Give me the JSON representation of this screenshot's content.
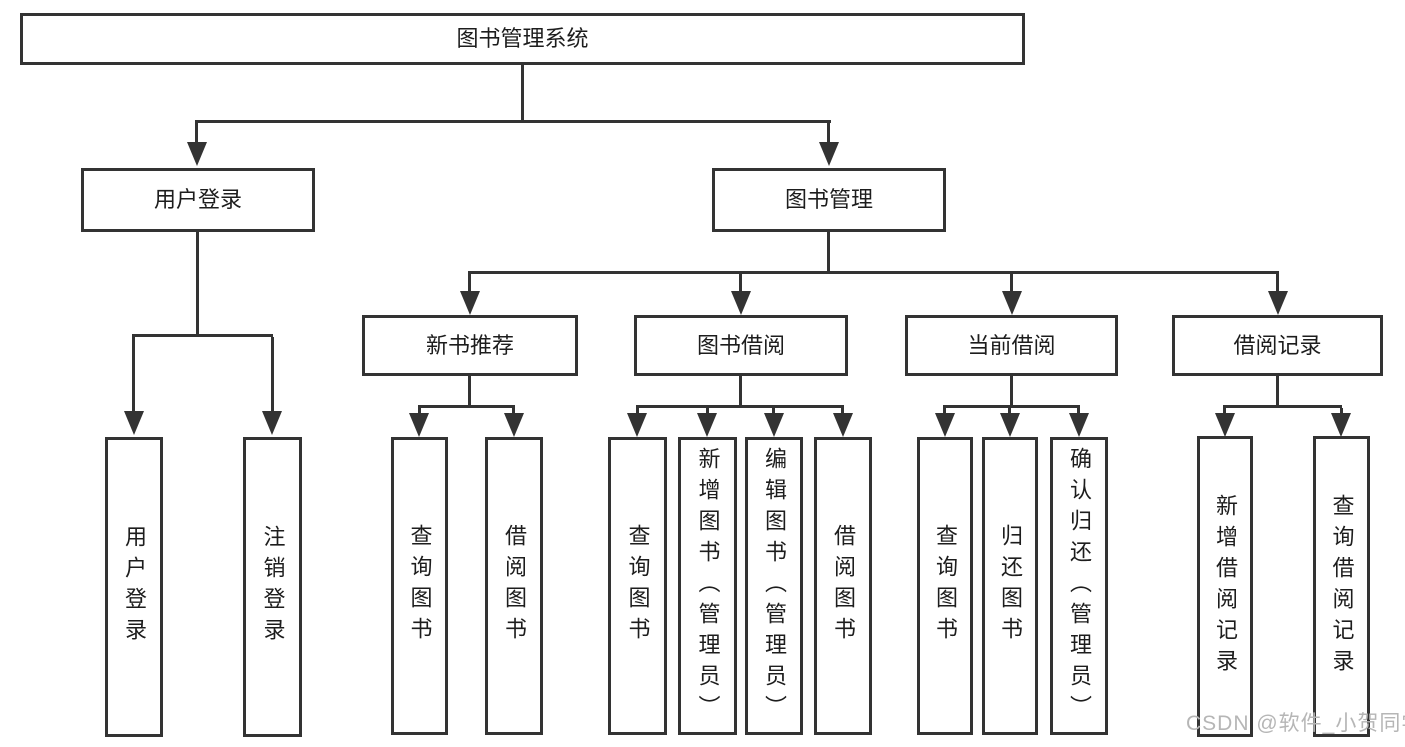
{
  "nodes": {
    "root": "图书管理系统",
    "user_login": "用户登录",
    "book_mgmt": "图书管理",
    "new_book_rec": "新书推荐",
    "book_borrow": "图书借阅",
    "current_borrow": "当前借阅",
    "borrow_record": "借阅记录",
    "ul_login": "用户登录",
    "ul_logout": "注销登录",
    "nb_query_book": "查询图书",
    "nb_borrow_book": "借阅图书",
    "bb_query_book": "查询图书",
    "bb_add_book": "新增图书（管理员）",
    "bb_edit_book": "编辑图书（管理员）",
    "bb_borrow_book": "借阅图书",
    "cb_query_book": "查询图书",
    "cb_return_book": "归还图书",
    "cb_confirm_return": "确认归还（管理员）",
    "br_add_record": "新增借阅记录",
    "br_query_record": "查询借阅记录"
  },
  "watermark": {
    "text": "CSDN @软件_小贺同学"
  },
  "colors": {
    "line": "#333333",
    "text": "#1d1d1d",
    "watermark": "#b6b6b6",
    "background": "#ffffff"
  }
}
